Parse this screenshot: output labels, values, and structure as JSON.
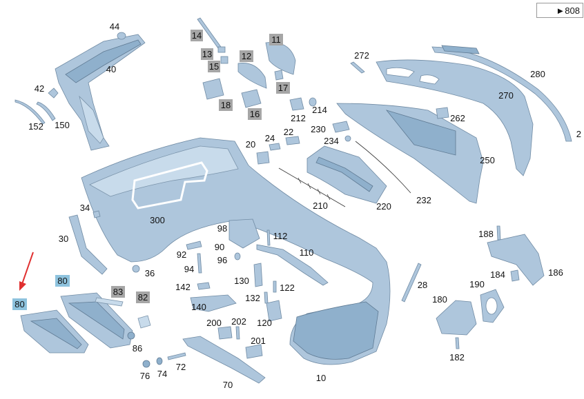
{
  "reference": {
    "arrow": "►",
    "text": "808"
  },
  "labels": {
    "l10": "10",
    "l20": "20",
    "l22": "22",
    "l24": "24",
    "l28": "28",
    "l30": "30",
    "l34": "34",
    "l36": "36",
    "l40": "40",
    "l42": "42",
    "l44": "44",
    "l70": "70",
    "l72": "72",
    "l74": "74",
    "l76": "76",
    "l86": "86",
    "l90": "90",
    "l92": "92",
    "l94": "94",
    "l96": "96",
    "l98": "98",
    "l110": "110",
    "l112": "112",
    "l120": "120",
    "l122": "122",
    "l130": "130",
    "l132": "132",
    "l140": "140",
    "l142": "142",
    "l150": "150",
    "l152": "152",
    "l180": "180",
    "l182": "182",
    "l184": "184",
    "l186": "186",
    "l188": "188",
    "l190": "190",
    "l200": "200",
    "l201": "201",
    "l202": "202",
    "l210": "210",
    "l212": "212",
    "l214": "214",
    "l220": "220",
    "l230": "230",
    "l232": "232",
    "l234": "234",
    "l250": "250",
    "l262": "262",
    "l270": "270",
    "l272": "272",
    "l280": "280",
    "l300": "300",
    "l2": "2"
  },
  "gray_tags": {
    "t11": "11",
    "t12": "12",
    "t13": "13",
    "t14": "14",
    "t15": "15",
    "t16": "16",
    "t17": "17",
    "t18": "18",
    "t82": "82",
    "t83": "83"
  },
  "blue_tags": {
    "t80a": "80",
    "t80b": "80"
  },
  "colors": {
    "part": "#aec6dc",
    "gray_tag": "#a6a6a6",
    "blue_tag": "#8ec3de",
    "arrow": "#e03030"
  }
}
